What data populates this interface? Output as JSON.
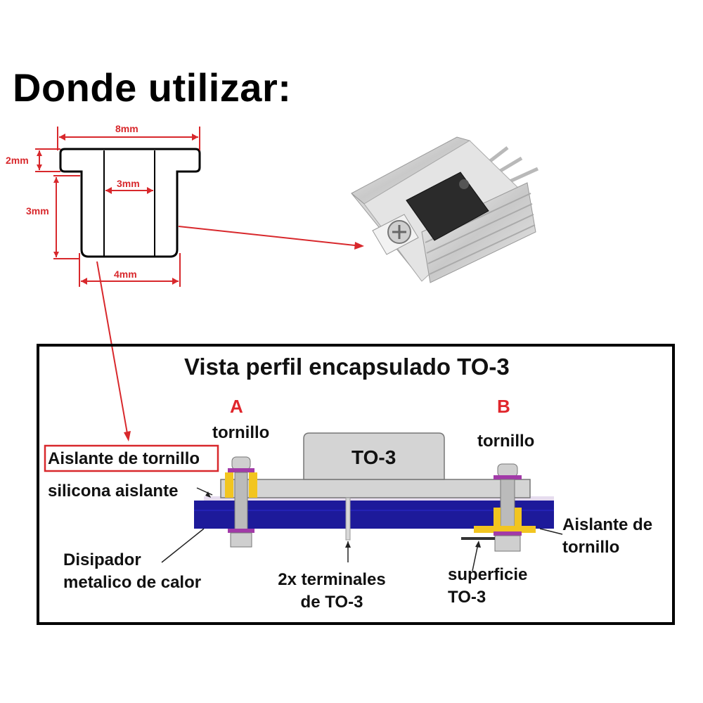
{
  "title": "Donde utilizar:",
  "dimensions": {
    "top_width": "8mm",
    "flange_height": "2mm",
    "inner_hole": "3mm",
    "body_height": "3mm",
    "bottom_width": "4mm"
  },
  "diagram": {
    "title": "Vista perfil encapsulado TO-3",
    "mark_a": "A",
    "mark_b": "B",
    "package_label": "TO-3",
    "screw_left": "tornillo",
    "screw_right": "tornillo",
    "insulator_left": "Aislante de tornillo",
    "silicone": "silicona aislante",
    "heatsink_line1": "Disipador",
    "heatsink_line2": "metalico de calor",
    "terminals_line1": "2x terminales",
    "terminals_line2": "de TO-3",
    "surface_line1": "superficie",
    "surface_line2": "TO-3",
    "insulator_right_line1": "Aislante de",
    "insulator_right_line2": "tornillo"
  },
  "colors": {
    "heatsink": "#1d1a9a",
    "washer": "#f2c520",
    "screw_ring": "#a23aa8",
    "arrow": "#d8282c"
  }
}
